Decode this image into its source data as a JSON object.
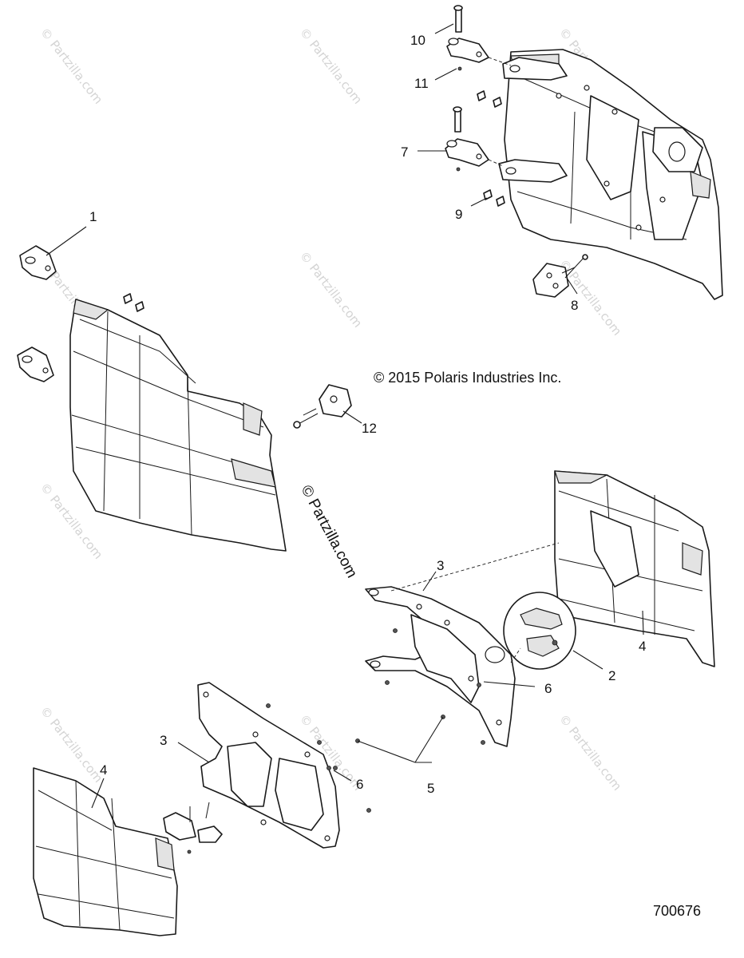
{
  "copyright": "© 2015 Polaris Industries Inc.",
  "side_watermark": "© Partzilla.com",
  "diagram_number": "700676",
  "watermark_text": "© Partzilla.com",
  "callouts": {
    "c1": "1",
    "c2": "2",
    "c3a": "3",
    "c3b": "3",
    "c4a": "4",
    "c4b": "4",
    "c5": "5",
    "c6a": "6",
    "c6b": "6",
    "c7": "7",
    "c8": "8",
    "c9": "9",
    "c10": "10",
    "c11": "11",
    "c12": "12"
  }
}
